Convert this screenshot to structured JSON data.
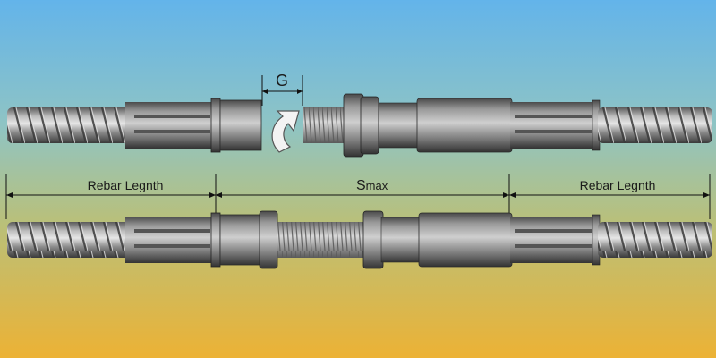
{
  "labels": {
    "gap": "G",
    "rebar_left": "Rebar Legnth",
    "rebar_right": "Rebar Legnth",
    "s_main": "S",
    "s_sub": "max"
  },
  "colors": {
    "sky_top": "#6cb8e6",
    "sky_mid": "#9cc7b0",
    "ground_bottom": "#eab33a",
    "steel_dark": "#3c3c3c",
    "steel_mid": "#7a7a7a",
    "steel_light": "#c8c8c8",
    "arrow_fill": "#f2f2f2",
    "dimension_line": "#111111"
  },
  "icons": {
    "rotation": "curved-arrow-icon"
  }
}
